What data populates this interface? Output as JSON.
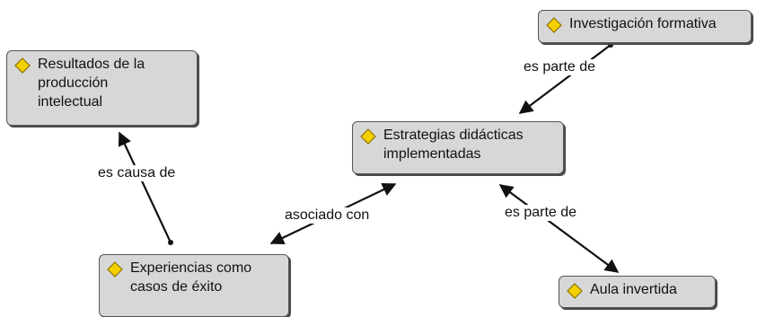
{
  "colors": {
    "node_fill": "#d7d7d7",
    "node_border": "#555555",
    "node_shadow": "#4a4a4a",
    "icon_fill": "#f5d000",
    "icon_stroke": "#8a7400",
    "link": "#111111"
  },
  "icon": "diamond-icon",
  "nodes": {
    "investigacion": {
      "label": "Investigación formativa"
    },
    "resultados": {
      "label": "Resultados de la\nproducción\nintelectual"
    },
    "estrategias": {
      "label": "Estrategias didácticas\nimplementadas"
    },
    "experiencias": {
      "label": "Experiencias como\ncasos de éxito"
    },
    "aula": {
      "label": "Aula invertida"
    }
  },
  "links": [
    {
      "from": "investigacion",
      "to": "estrategias",
      "label": "es parte de"
    },
    {
      "from": "experiencias",
      "to": "resultados",
      "label": "es causa de"
    },
    {
      "from": "estrategias",
      "to": "experiencias",
      "label": "asociado con",
      "bidirectional": true
    },
    {
      "from": "estrategias",
      "to": "aula",
      "label": "es parte de",
      "bidirectional": true
    }
  ]
}
